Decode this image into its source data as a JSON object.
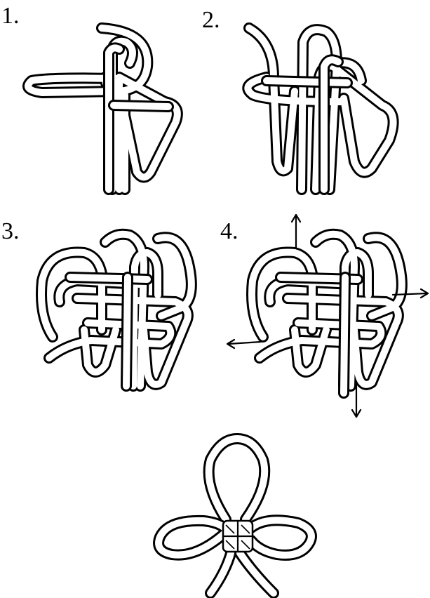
{
  "steps": [
    {
      "label": "1."
    },
    {
      "label": "2."
    },
    {
      "label": "3."
    },
    {
      "label": "4."
    }
  ],
  "colors": {
    "line": "#000000",
    "background": "#ffffff"
  },
  "icons": [
    "arrow-up-icon",
    "arrow-right-icon",
    "arrow-down-icon",
    "arrow-left-icon"
  ]
}
